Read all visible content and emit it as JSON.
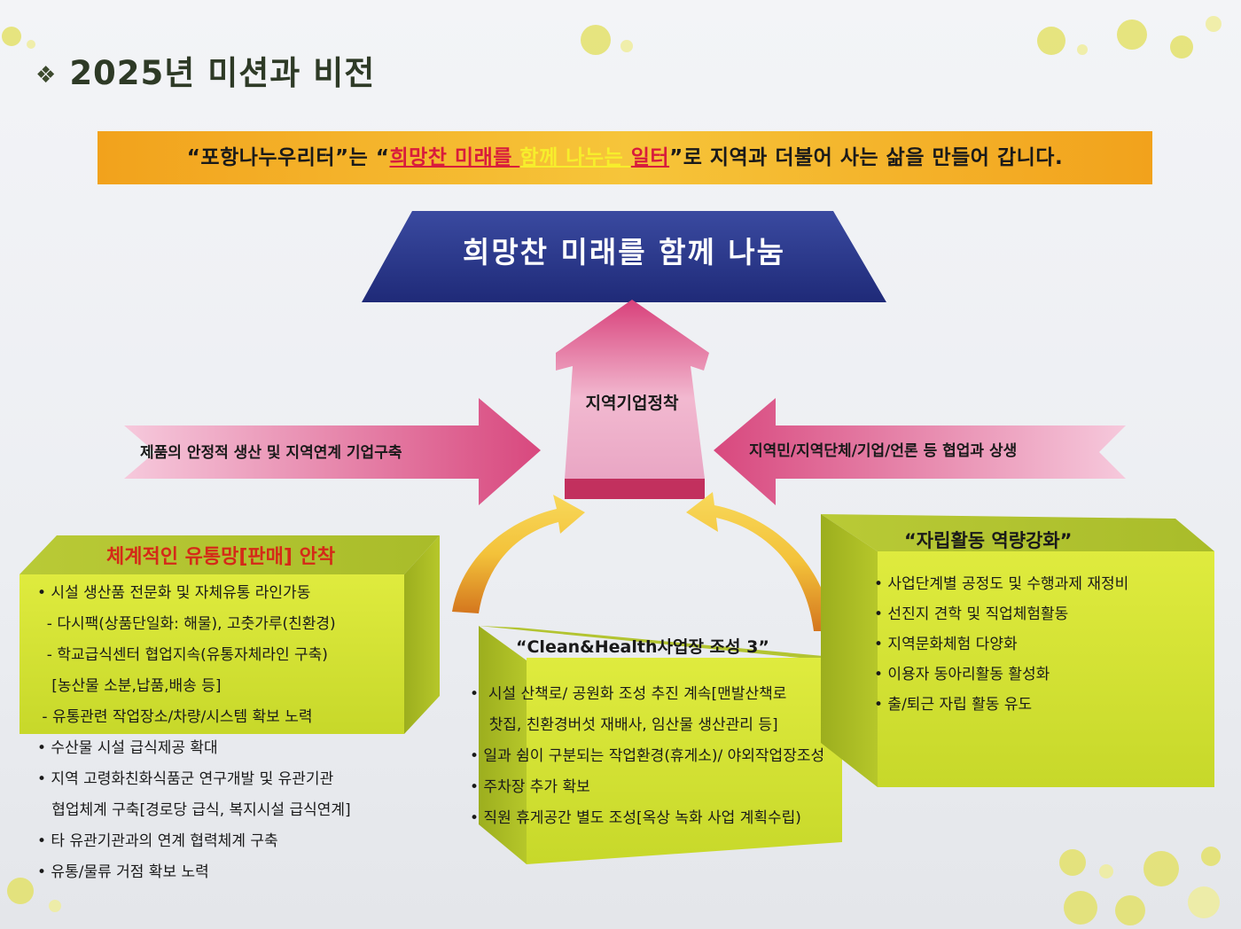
{
  "title": "2025년 미션과 비전",
  "mission": {
    "p1": "“포항나누우리터”는 “",
    "p2": "희망찬 미래를 ",
    "p3": "함께 나누는 ",
    "p4": "일터",
    "p5": "”로 지역과 더불어 사는 삶을 만들어 갑니다."
  },
  "vision": "희망찬 미래를 함께 나눔",
  "center_label": "지역기업정착",
  "left_arrow_label": "제품의 안정적  생산  및 지역연계 기업구축",
  "right_arrow_label": "지역민/지역단체/기업/언론 등 협업과 상생",
  "left_box": {
    "title": "체계적인 유통망[판매] 안착",
    "items": [
      "• 시설 생산품 전문화 및 자체유통 라인가동",
      "  - 다시팩(상품단일화: 해물), 고춧가루(친환경)",
      "  - 학교급식센터 협업지속(유통자체라인 구축)",
      "   [농산물 소분,납품,배송 등]",
      " - 유통관련 작업장소/차량/시스템 확보 노력",
      "• 수산물 시설 급식제공 확대",
      "• 지역 고령화친화식품군 연구개발 및 유관기관",
      "   협업체계 구축[경로당 급식, 복지시설 급식연계]",
      "• 타 유관기관과의 연계 협력체계 구축",
      "• 유통/물류 거점 확보 노력"
    ]
  },
  "center_box": {
    "title": "“Clean&Health사업장 조성 3”",
    "items": [
      "•  시설 산책로/ 공원화 조성 추진 계속[맨발산책로",
      "    찻집, 친환경버섯 재배사, 임산물 생산관리 등]",
      "• 일과 쉼이 구분되는 작업환경(휴게소)/ 야외작업장조성",
      "• 주차장 추가 확보",
      "• 직원 휴게공간 별도 조성[옥상 녹화 사업 계획수립)"
    ]
  },
  "right_box": {
    "title": "“자립활동 역량강화”",
    "items": [
      "• 사업단계별 공정도 및 수행과제 재정비",
      "• 선진지 견학 및 직업체험활동",
      "• 지역문화체험 다양화",
      "• 이용자 동아리활동 활성화",
      "• 출/퇴근 자립 활동 유도"
    ]
  }
}
